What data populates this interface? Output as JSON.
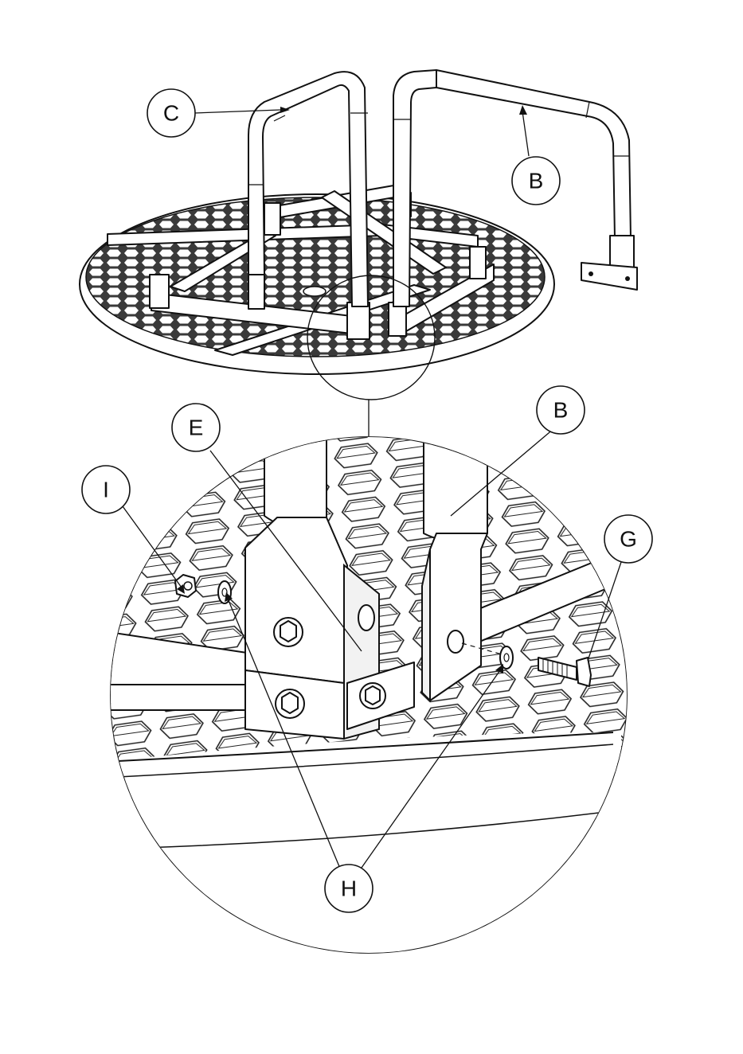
{
  "callouts": [
    {
      "id": "C",
      "label": "C"
    },
    {
      "id": "B-top",
      "label": "B"
    },
    {
      "id": "E",
      "label": "E"
    },
    {
      "id": "B-detail",
      "label": "B"
    },
    {
      "id": "I",
      "label": "I"
    },
    {
      "id": "G",
      "label": "G"
    },
    {
      "id": "H",
      "label": "H"
    }
  ],
  "colors": {
    "line": "#111111",
    "paper": "#ffffff",
    "mesh_fill": "#555555"
  }
}
